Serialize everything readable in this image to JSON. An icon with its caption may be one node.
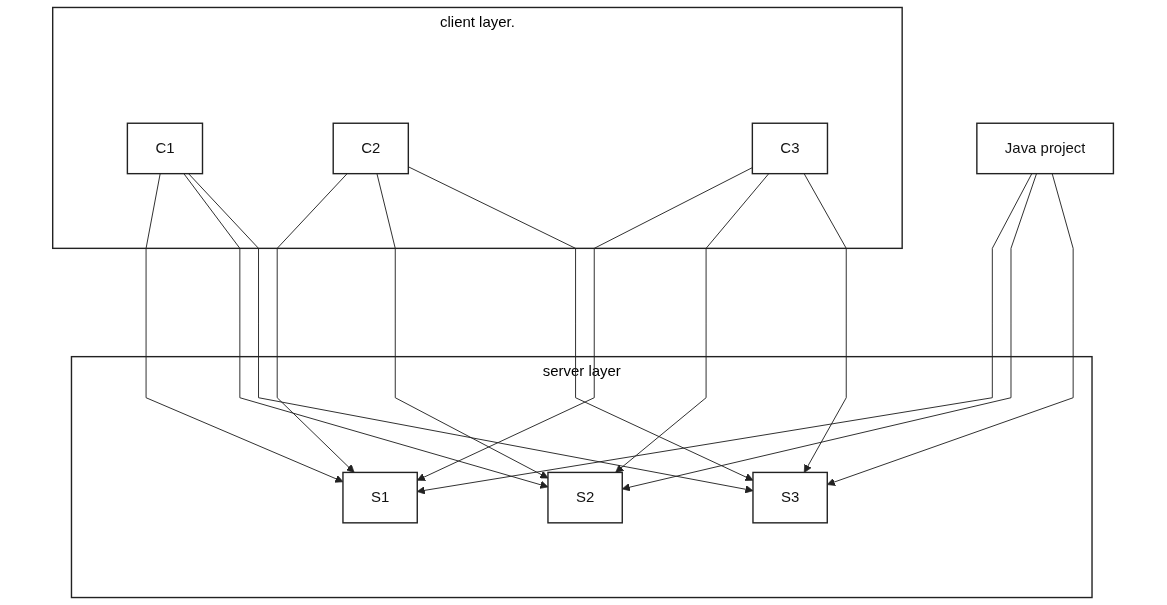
{
  "diagram": {
    "nodes": [
      {
        "text": [
          "Java project"
        ]
      },
      {
        "text": [],
        "shape": "box",
        "beside": [
          "server layer"
        ]
      },
      {
        "text": [
          "S1"
        ],
        "in": 1
      },
      {
        "text": [
          "S2"
        ],
        "in": 1
      },
      {
        "text": [
          "S3"
        ],
        "in": 1
      },
      {
        "text": [],
        "shape": "box",
        "beside": [
          "client layer."
        ]
      },
      {
        "text": [
          "C1"
        ],
        "in": 5
      },
      {
        "text": [
          "C2"
        ],
        "in": 5
      },
      {
        "text": [
          "C3"
        ],
        "in": 5
      }
    ],
    "edges": [
      {
        "from": 0,
        "to": 2,
        "arrow": "to"
      },
      {
        "from": 0,
        "to": 3,
        "arrow": "to"
      },
      {
        "from": 0,
        "to": 4,
        "arrow": "to"
      },
      {
        "from": 6,
        "to": 2,
        "arrow": "to"
      },
      {
        "from": 6,
        "to": 3,
        "arrow": "to"
      },
      {
        "from": 6,
        "to": 4,
        "arrow": "to"
      },
      {
        "from": 7,
        "to": 2,
        "arrow": "to"
      },
      {
        "from": 7,
        "to": 3,
        "arrow": "to"
      },
      {
        "from": 7,
        "to": 4,
        "arrow": "to"
      },
      {
        "from": 8,
        "to": 2,
        "arrow": "to"
      },
      {
        "from": 8,
        "to": 3,
        "arrow": "to"
      },
      {
        "from": 8,
        "to": 4,
        "arrow": "to"
      }
    ]
  }
}
